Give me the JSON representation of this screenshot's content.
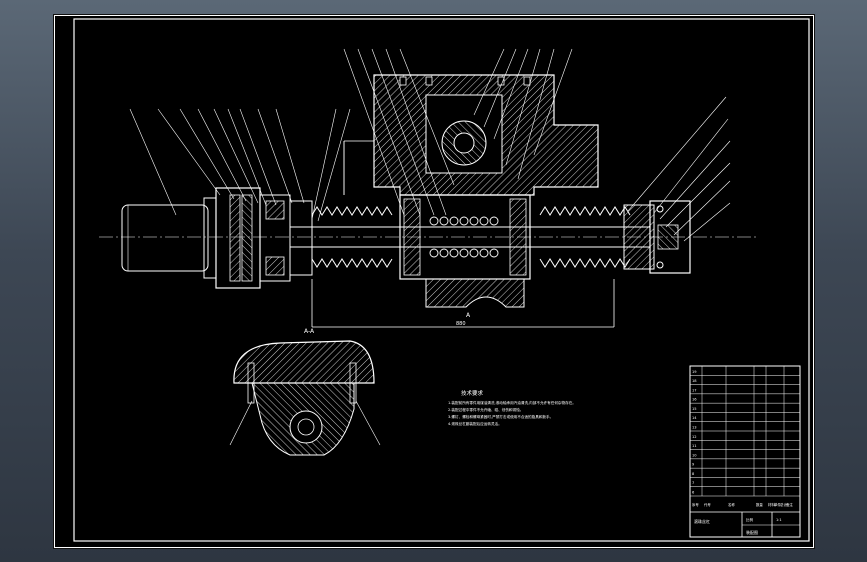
{
  "drawing": {
    "section_label": "A-A",
    "tech_req_title": "技术要求",
    "tech_req_lines": [
      "1.装配前所有零件用煤油清洗,滚动轴承用汽油清洗,内部不允许有任何杂物存在。",
      "2.装配过程中零件不允许磕、碰、划伤和锈蚀。",
      "3.螺钉、螺栓和螺母紧固时,严禁打击或使用不合适的旋具和扳手。",
      "4.滚珠丝杠副装配后应运转灵活。"
    ],
    "center_mark": "A",
    "dimension_mark": "880"
  },
  "title_block": {
    "rows": [
      "19",
      "18",
      "17",
      "16",
      "15",
      "14",
      "13",
      "12",
      "11",
      "10",
      "9",
      "8",
      "7",
      "6"
    ],
    "header": [
      "序号",
      "代号",
      "名称",
      "数量",
      "材料",
      "单件",
      "总计",
      "备注"
    ],
    "footer": [
      "滚珠丝杠",
      "装配图",
      "比例",
      "1:1"
    ]
  },
  "colors": {
    "sheet_bg": "#000000",
    "line": "#ffffff",
    "viewer_bg": "#3d4754"
  }
}
